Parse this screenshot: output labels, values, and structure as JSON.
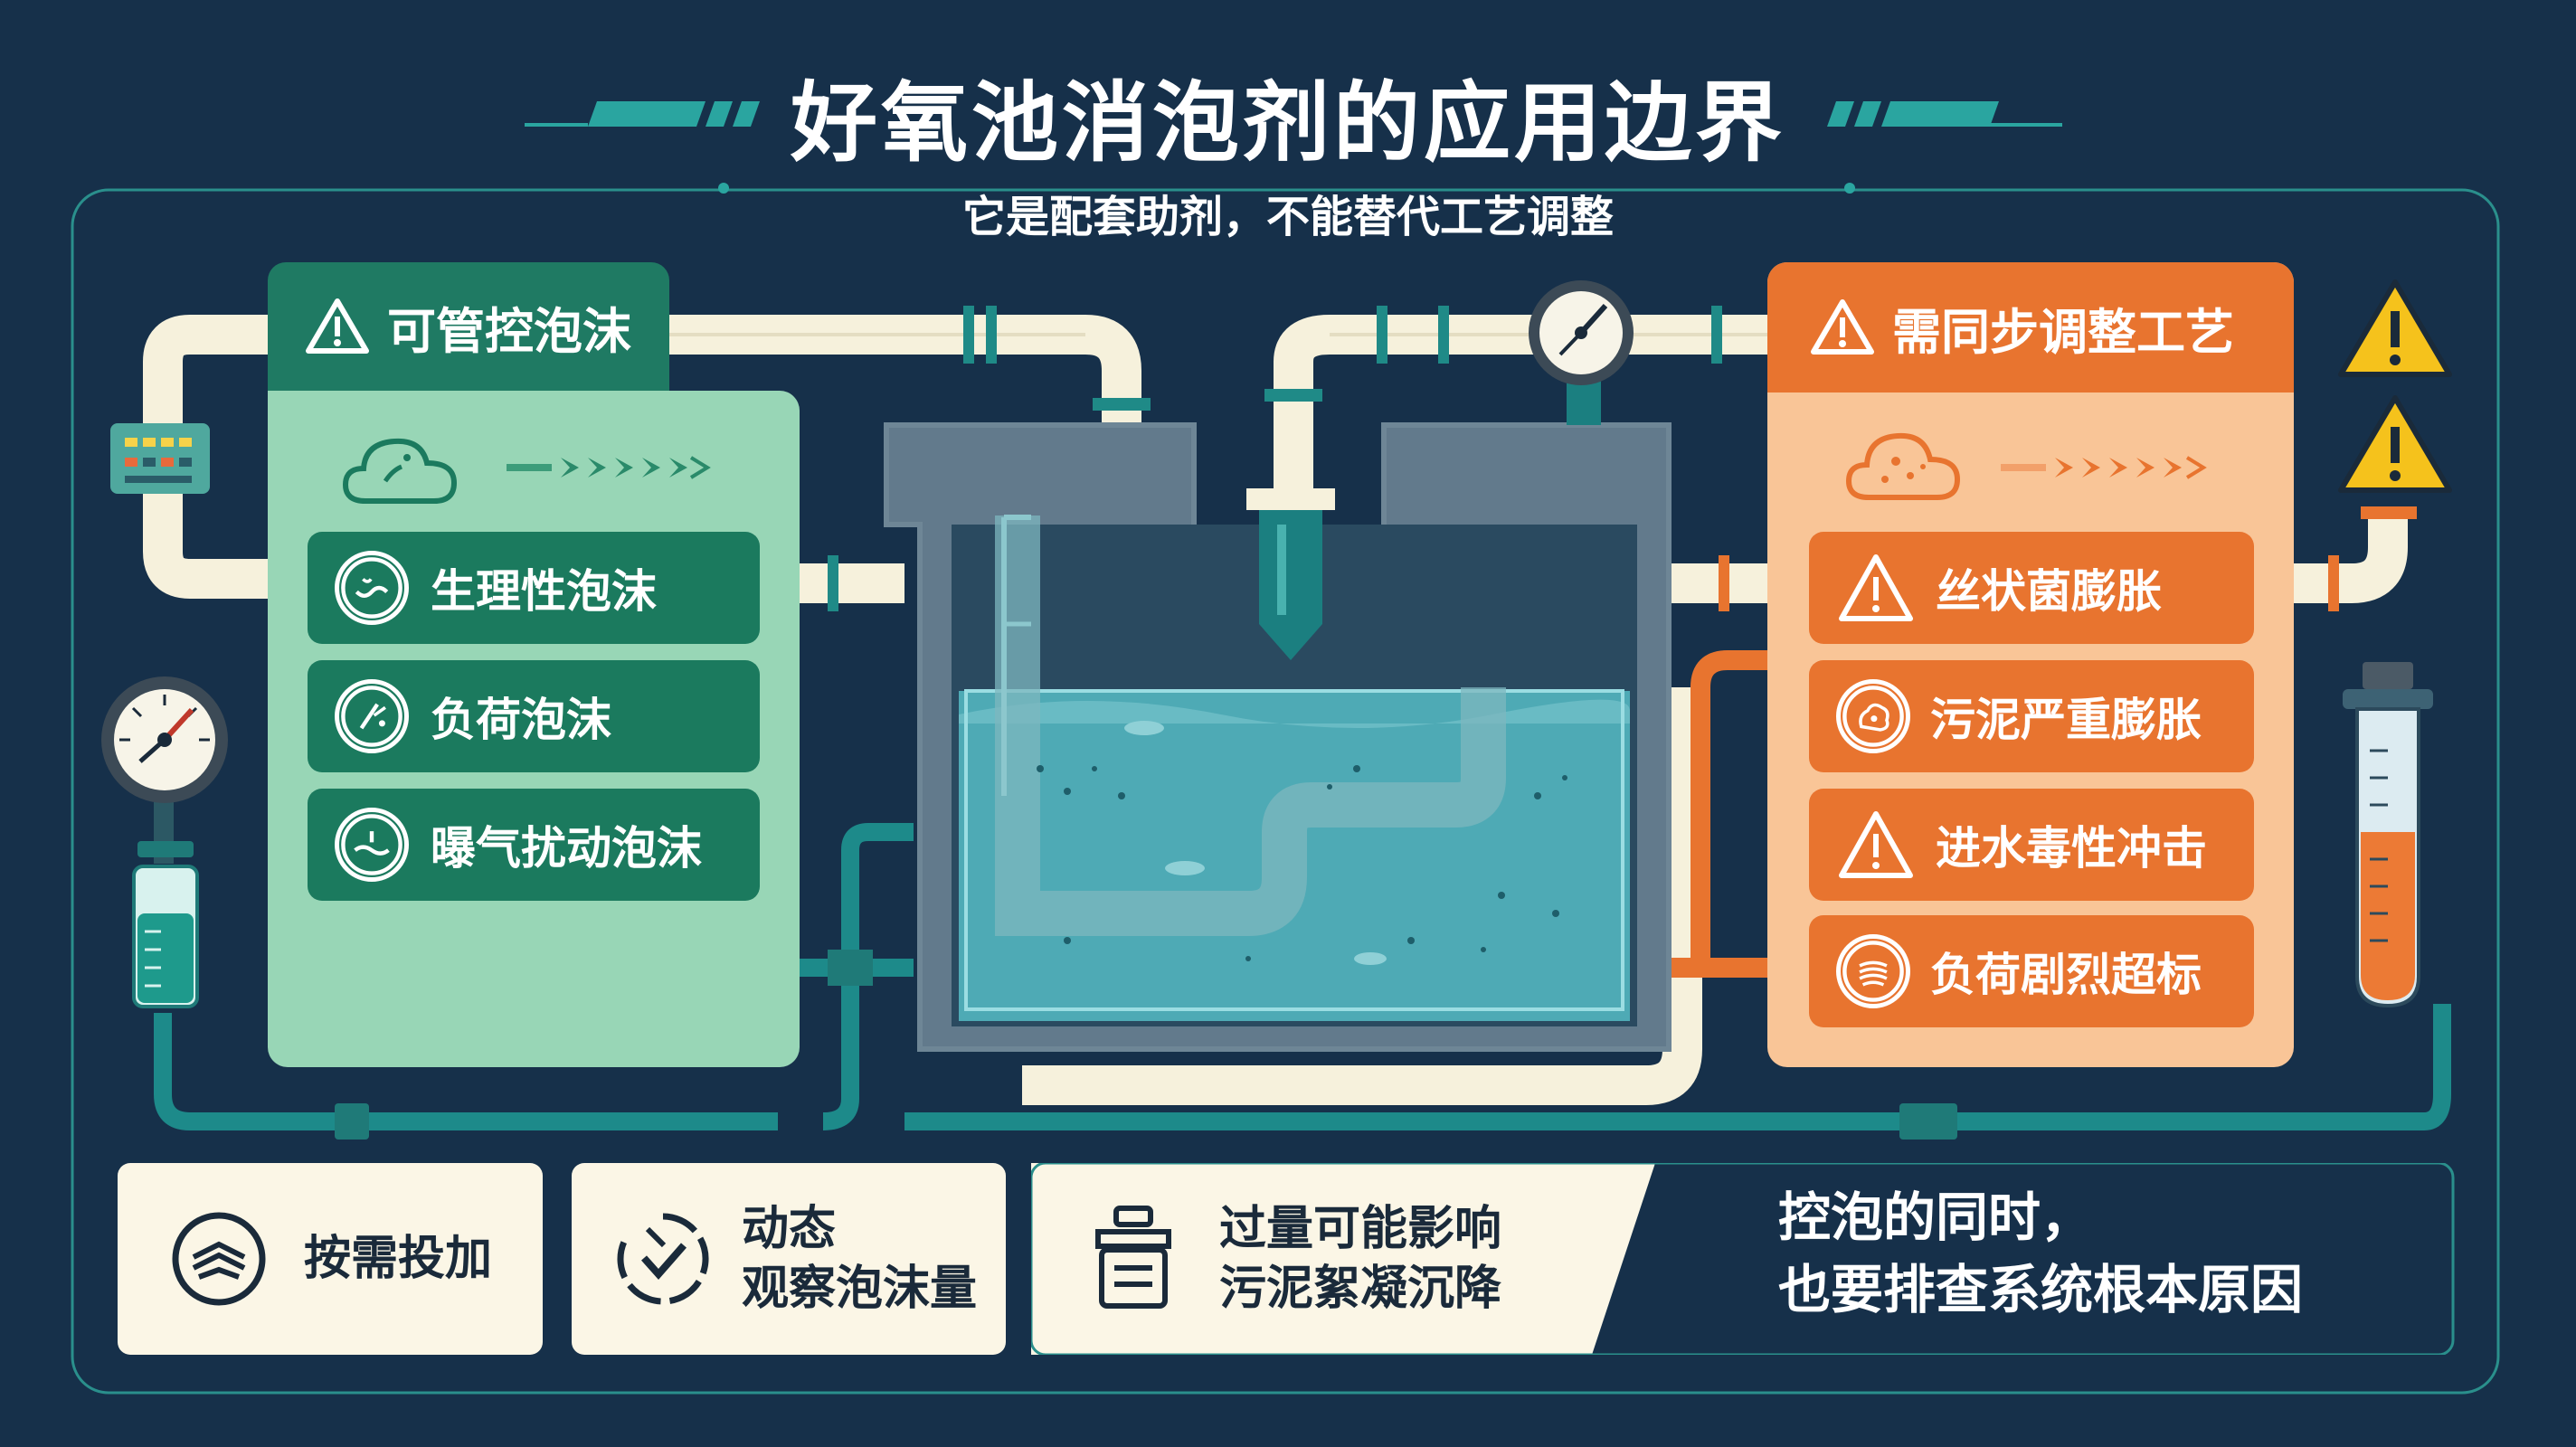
{
  "header": {
    "title": "好氧池消泡剂的应用边界",
    "subtitle": "它是配套助剂，不能替代工艺调整"
  },
  "left_panel": {
    "heading": "可管控泡沫",
    "items": [
      {
        "label": "生理性泡沫",
        "icon": "wave-icon"
      },
      {
        "label": "负荷泡沫",
        "icon": "spark-icon"
      },
      {
        "label": "曝气扰动泡沫",
        "icon": "aeration-icon"
      }
    ]
  },
  "right_panel": {
    "heading": "需同步调整工艺",
    "items": [
      {
        "label": "丝状菌膨胀",
        "icon": "warning-icon"
      },
      {
        "label": "污泥严重膨胀",
        "icon": "sludge-icon"
      },
      {
        "label": "进水毒性冲击",
        "icon": "warning-icon"
      },
      {
        "label": "负荷剧烈超标",
        "icon": "layers-icon"
      }
    ]
  },
  "bottom": {
    "card1": {
      "label": "按需投加"
    },
    "card2": {
      "line1": "动态",
      "line2": "观察泡沫量"
    },
    "card3": {
      "line1": "过量可能影响",
      "line2": "污泥絮凝沉降"
    },
    "conclusion": {
      "line1": "控泡的同时，",
      "line2": "也要排查系统根本原因"
    }
  },
  "colors": {
    "background": "#16304a",
    "green_panel": "#98d6b6",
    "green_dark": "#1b7a5e",
    "orange_panel": "#f9c597",
    "orange_dark": "#e8742f",
    "water": "#4eaab5",
    "pipe_cream": "#f6f1dc",
    "pipe_teal": "#1d8a8a",
    "warning_yellow": "#f5c21c"
  }
}
